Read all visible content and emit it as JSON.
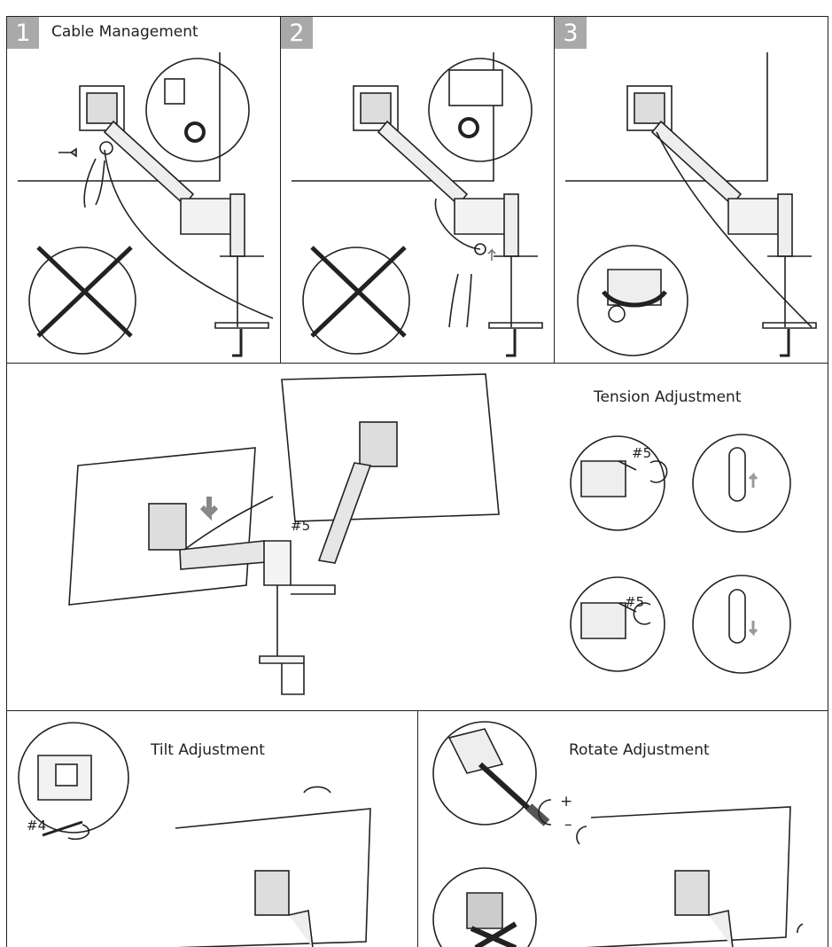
{
  "steps": [
    "1",
    "2",
    "3"
  ],
  "headings": {
    "cable": "Cable Management",
    "tension": "Tension Adjustment",
    "tilt": "Tilt Adjustment",
    "rotate": "Rotate Adjustment"
  },
  "labels": {
    "hex5": "#5",
    "hex4": "#4",
    "plus": "+",
    "minus": "–"
  }
}
